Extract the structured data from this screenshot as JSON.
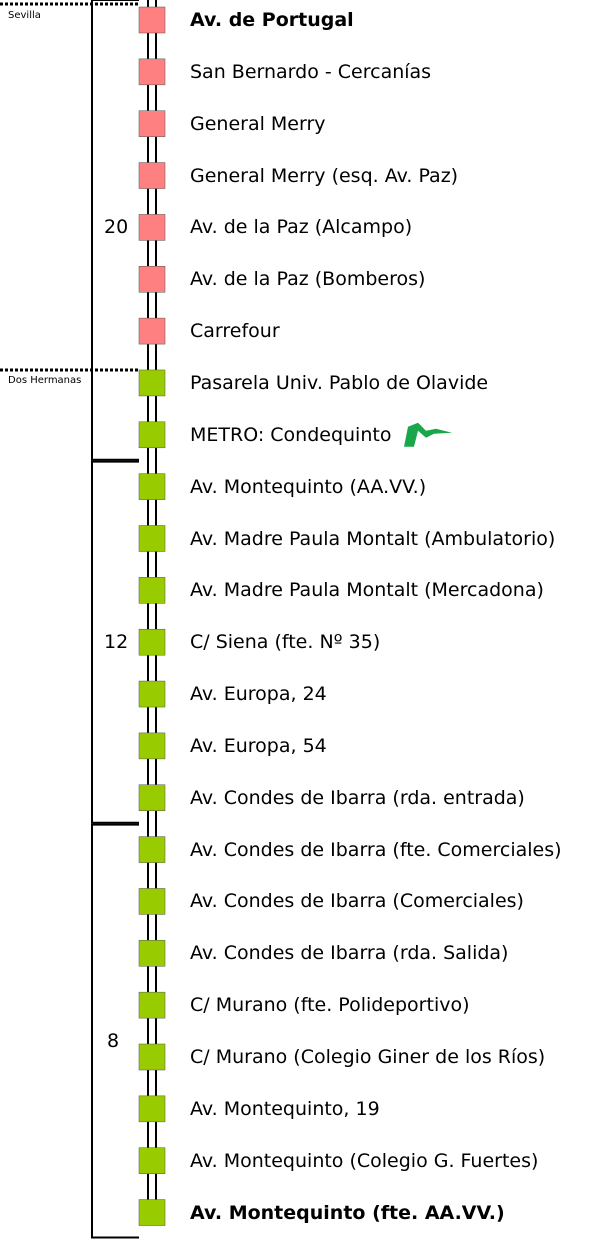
{
  "zones": [
    {
      "label": "Sevilla"
    },
    {
      "label": "Dos Hermanas"
    }
  ],
  "colors": {
    "sevilla_stop": "#ff8080",
    "dos_hermanas_stop": "#99cc00",
    "metro_icon": "#1aa64a",
    "line": "#000000"
  },
  "groups": [
    {
      "label": "20",
      "from_stop": 0,
      "to_stop": 8
    },
    {
      "label": "12",
      "from_stop": 9,
      "to_stop": 15
    },
    {
      "label": "8",
      "from_stop": 16,
      "to_stop": 23
    }
  ],
  "stops": [
    {
      "name": "Av. de Portugal",
      "zone": "sevilla",
      "bold": true
    },
    {
      "name": "San Bernardo - Cercanías",
      "zone": "sevilla"
    },
    {
      "name": "General Merry",
      "zone": "sevilla"
    },
    {
      "name": "General Merry (esq. Av. Paz)",
      "zone": "sevilla"
    },
    {
      "name": "Av. de la Paz (Alcampo)",
      "zone": "sevilla"
    },
    {
      "name": "Av. de la Paz (Bomberos)",
      "zone": "sevilla"
    },
    {
      "name": "Carrefour",
      "zone": "sevilla"
    },
    {
      "name": "Pasarela Univ. Pablo de Olavide",
      "zone": "dos_hermanas"
    },
    {
      "name": "METRO: Condequinto",
      "zone": "dos_hermanas",
      "icon": "metro-icon"
    },
    {
      "name": "Av. Montequinto (AA.VV.)",
      "zone": "dos_hermanas"
    },
    {
      "name": "Av. Madre Paula Montalt (Ambulatorio)",
      "zone": "dos_hermanas"
    },
    {
      "name": "Av. Madre Paula Montalt (Mercadona)",
      "zone": "dos_hermanas"
    },
    {
      "name": "C/ Siena (fte. Nº 35)",
      "zone": "dos_hermanas"
    },
    {
      "name": "Av. Europa, 24",
      "zone": "dos_hermanas"
    },
    {
      "name": "Av. Europa, 54",
      "zone": "dos_hermanas"
    },
    {
      "name": "Av. Condes de Ibarra (rda. entrada)",
      "zone": "dos_hermanas"
    },
    {
      "name": "Av. Condes de Ibarra (fte. Comerciales)",
      "zone": "dos_hermanas"
    },
    {
      "name": "Av. Condes de Ibarra (Comerciales)",
      "zone": "dos_hermanas"
    },
    {
      "name": "Av. Condes de Ibarra (rda. Salida)",
      "zone": "dos_hermanas"
    },
    {
      "name": "C/ Murano (fte. Polideportivo)",
      "zone": "dos_hermanas"
    },
    {
      "name": "C/ Murano (Colegio Giner de los Ríos)",
      "zone": "dos_hermanas"
    },
    {
      "name": "Av. Montequinto, 19",
      "zone": "dos_hermanas"
    },
    {
      "name": "Av. Montequinto (Colegio G. Fuertes)",
      "zone": "dos_hermanas"
    },
    {
      "name": "Av. Montequinto (fte. AA.VV.)",
      "zone": "dos_hermanas",
      "bold": true
    }
  ]
}
